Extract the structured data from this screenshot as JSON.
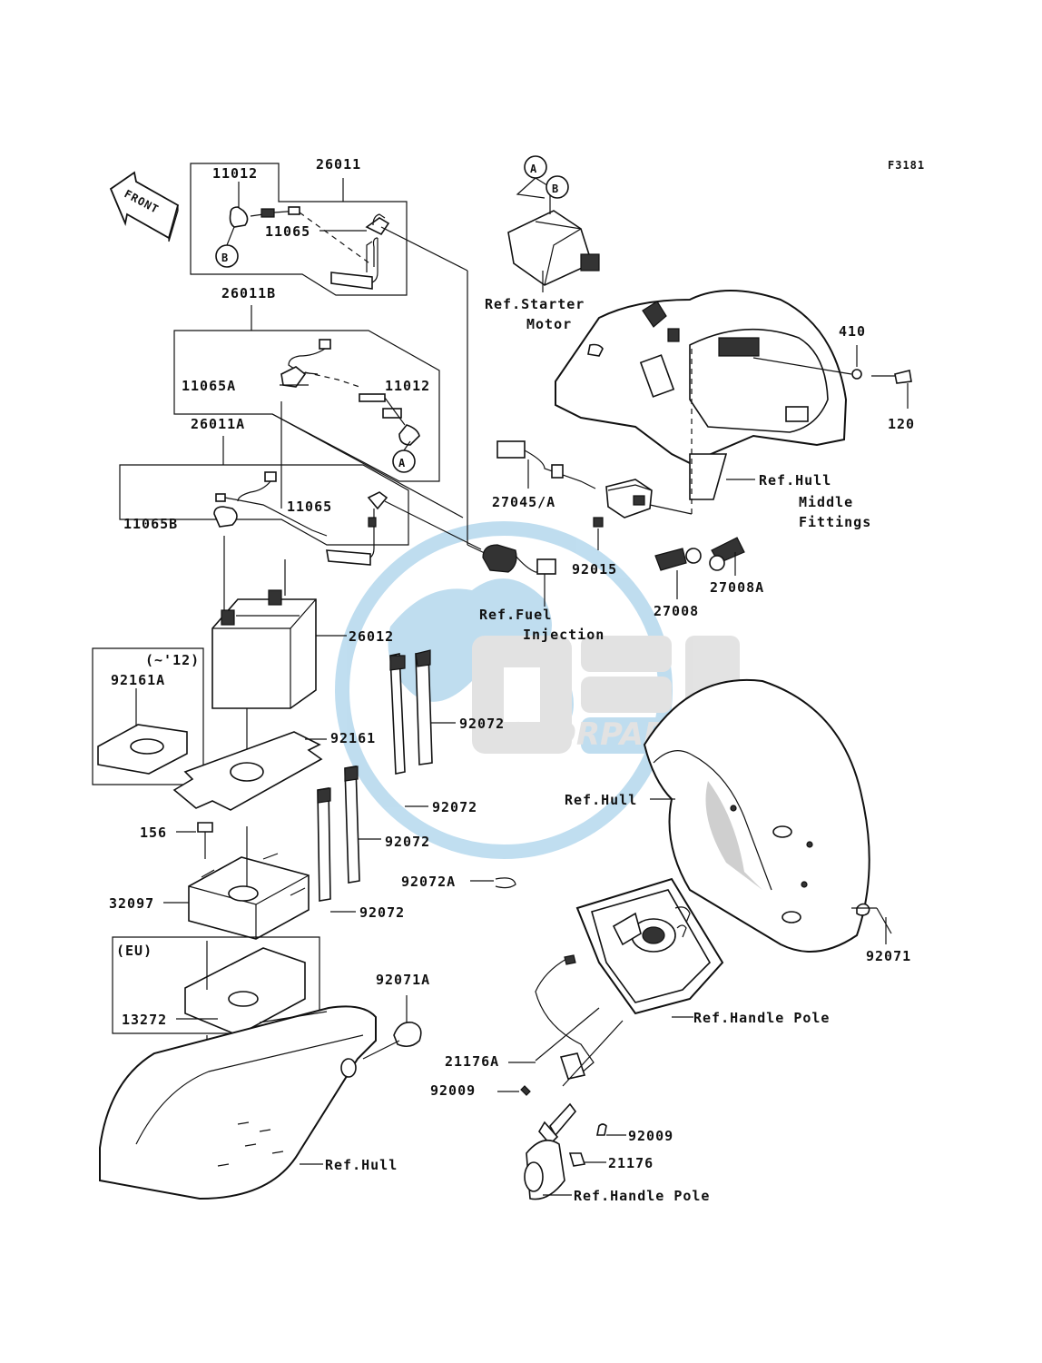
{
  "figure_code": "F3181",
  "front_label": "FRONT",
  "watermark": {
    "brand": "OSM",
    "sub": "MOTORPARTS",
    "color": "#1e88c8"
  },
  "callout_letters": {
    "a": "A",
    "b": "B"
  },
  "boxes": {
    "rev12": "(~'12)",
    "eu": "(EU)"
  },
  "labels": {
    "p26011": "26011",
    "p11012_top": "11012",
    "p11065_top": "11065",
    "p26011B": "26011B",
    "p11065A": "11065A",
    "p11012_mid": "11012",
    "p26011A": "26011A",
    "p11065_low": "11065",
    "p11065B": "11065B",
    "p26012": "26012",
    "p92161A": "92161A",
    "p92161": "92161",
    "p92072_a": "92072",
    "p92072_b": "92072",
    "p92072_c": "92072",
    "p92072_d": "92072",
    "p92072A": "92072A",
    "p156": "156",
    "p32097": "32097",
    "p13272": "13272",
    "p92071A": "92071A",
    "p410": "410",
    "p120": "120",
    "p27045A": "27045/A",
    "p92015": "92015",
    "p27008": "27008",
    "p27008A": "27008A",
    "p92071": "92071",
    "p21176A": "21176A",
    "p92009_a": "92009",
    "p92009_b": "92009",
    "p21176": "21176"
  },
  "refs": {
    "starter_1": "Ref.Starter",
    "starter_2": "Motor",
    "hull_mid_1": "Ref.Hull",
    "hull_mid_2": "Middle",
    "hull_mid_3": "Fittings",
    "fuel_1": "Ref.Fuel",
    "fuel_2": "Injection",
    "hull_right": "Ref.Hull",
    "handle_pole_1": "Ref.Handle Pole",
    "hull_bottom": "Ref.Hull",
    "handle_pole_2": "Ref.Handle Pole"
  }
}
